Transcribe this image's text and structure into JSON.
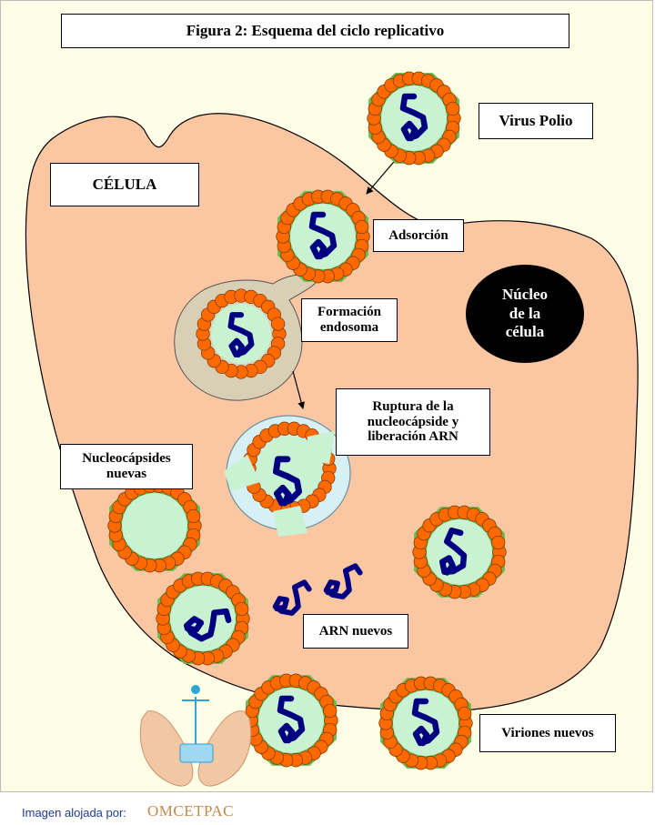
{
  "figure": {
    "title": "Figura 2: Esquema del ciclo replicativo",
    "labels": {
      "virus": "Virus Polio",
      "cell": "CÉLULA",
      "adsorption": "Adsorción",
      "endosome": "Formación\nendosoma",
      "rupture": "Ruptura de la\nnucleocápside y\nliberación ARN",
      "new_nucleocapsids": "Nucleocápsides\nnuevas",
      "new_rna": "ARN nuevos",
      "new_virions": "Viriones nuevos",
      "nucleus": "Núcleo\nde la\ncélula"
    }
  },
  "footer": {
    "label": "Imagen alojada por:",
    "brand": "OMCETPAC"
  },
  "colors": {
    "cell_fill": "#fbc6a2",
    "capsomere": "#ff6a00",
    "capsid_interior": "#c8f2d2",
    "rna": "#000080",
    "nucleus": "#000000",
    "endosome_membrane": "#d9cfb5",
    "page_background": "#fefee6"
  },
  "icons": [
    "hands-logo-icon"
  ]
}
